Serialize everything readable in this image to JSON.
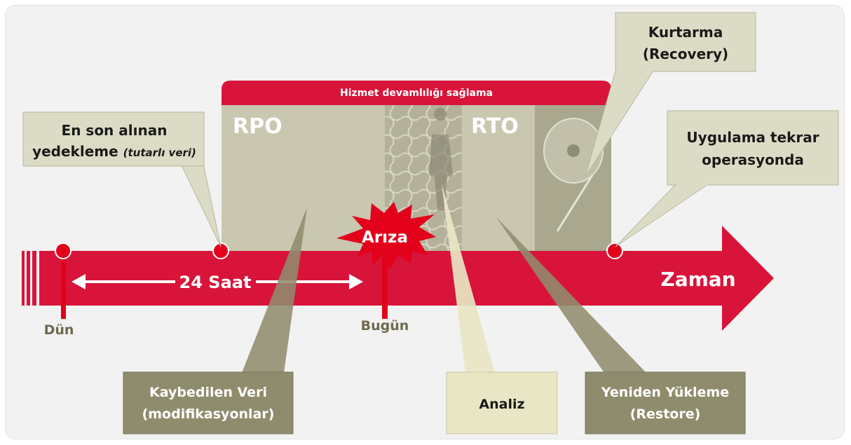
{
  "banner": {
    "label": "Hizmet devamlılığı sağlama"
  },
  "blocks": {
    "rpo": "RPO",
    "rto": "RTO"
  },
  "timeline": {
    "axis_label": "Zaman",
    "duration": "24 Saat",
    "start_label": "Dün",
    "failure_point_label": "Bugün"
  },
  "failure": {
    "label": "Arıza"
  },
  "callouts": {
    "last_backup": {
      "line1": "En son alınan",
      "line2_bold": "yedekleme",
      "line2_italic": "(tutarlı veri)"
    },
    "recovery": {
      "line1": "Kurtarma",
      "line2": "(Recovery)"
    },
    "operational": {
      "line1": "Uygulama tekrar",
      "line2": "operasyonda"
    },
    "lost_data": {
      "line1": "Kaybedilen Veri",
      "line2": "(modifikasyonlar)"
    },
    "analysis": {
      "line1": "Analiz"
    },
    "restore": {
      "line1": "Yeniden Yükleme",
      "line2": "(Restore)"
    }
  },
  "colors": {
    "accent_red": "#d8143a",
    "dot_red": "#e3001b",
    "block_tan": "#c9c7b0",
    "callout_light": "#dcdcc6",
    "callout_dark": "#8f8c6d",
    "label_olive": "#6e6a4e"
  }
}
